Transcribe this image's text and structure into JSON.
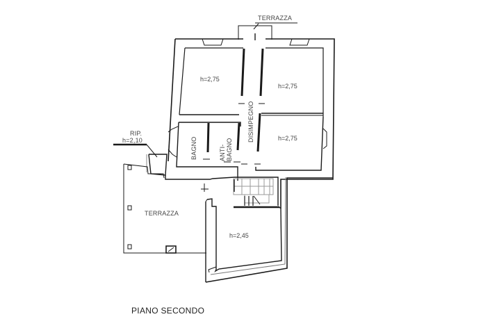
{
  "drawing": {
    "title": "PIANO SECONDO",
    "stroke_color": "#1a1a1a",
    "light_stroke_color": "#9a9a9a",
    "background": "#ffffff"
  },
  "labels": {
    "terrazza_top": "TERRAZZA",
    "terrazza_left": "TERRAZZA",
    "room_top_left_height": "h=2,75",
    "room_top_right_height": "h=2,75",
    "room_mid_right_height": "h=2,75",
    "room_bottom_height": "h=2,45",
    "bagno": "BAGNO",
    "antibagno_line1": "ANTI-",
    "antibagno_line2": "BAGNO",
    "disimpegno": "DISIMPEGNO",
    "ripostiglio": "RIP.",
    "ripostiglio_height": "h=2,10"
  }
}
